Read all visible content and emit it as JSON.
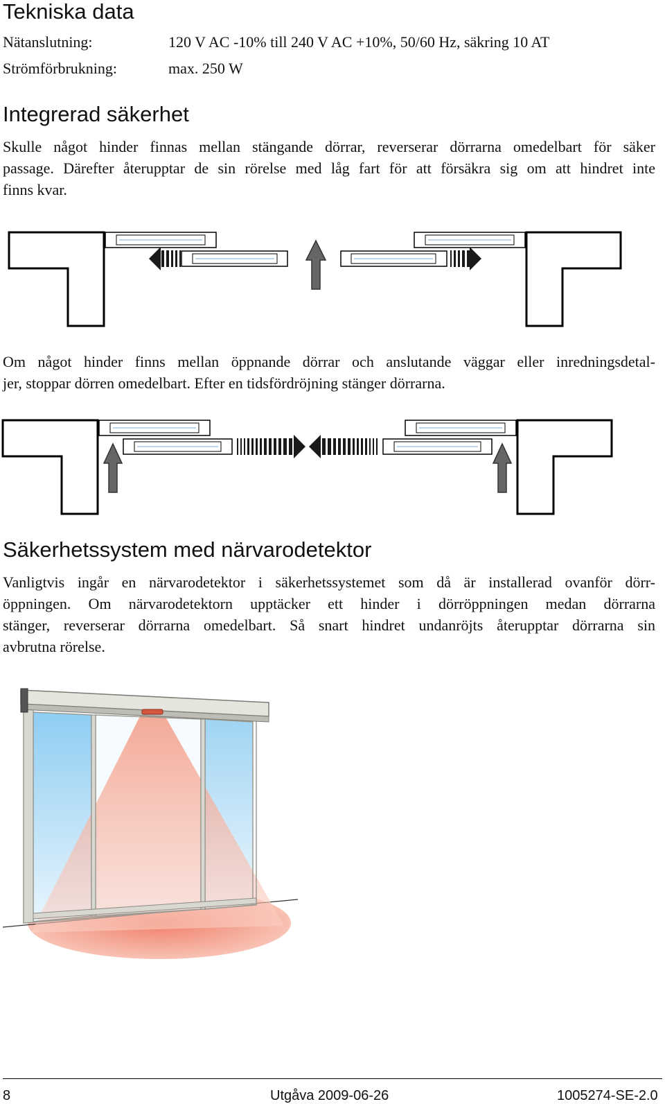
{
  "sections": {
    "tech": {
      "heading": "Tekniska data",
      "rows": [
        {
          "label": "Nätanslutning:",
          "value": "120 V AC -10% till 240 V AC +10%, 50/60 Hz, säkring 10 AT"
        },
        {
          "label": "Strömförbrukning:",
          "value": "max. 250 W"
        }
      ]
    },
    "integrated": {
      "heading": "Integrerad säkerhet",
      "para1_lines": [
        "Skulle något hinder finnas mellan stängande dörrar, reverserar dörrarna omedelbart för säker",
        "passage. Därefter återupptar de sin rörelse med låg fart för att försäkra sig om att hindret inte",
        "finns kvar."
      ],
      "para2_lines": [
        "Om något hinder finns mellan öppnande dörrar och anslutande väggar eller inredningsdetal-",
        "jer, stoppar dörren omedelbart. Efter en tidsfördröjning stänger dörrarna."
      ]
    },
    "presence": {
      "heading": "Säkerhetssystem med närvarodetektor",
      "para_lines": [
        "Vanligtvis ingår en närvarodetektor i säkerhetssystemet som då är installerad ovanför dörr-",
        "öppningen. Om närvarodetektorn upptäcker ett hinder i dörröppningen medan dörrarna",
        "stänger, reverserar dörrarna omedelbart. Så snart hindret undanröjts återupptar dörrarna sin",
        "avbrutna rörelse."
      ]
    }
  },
  "footer": {
    "page_number": "8",
    "edition": "Utgåva 2009-06-26",
    "doc_number": "1005274-SE-2.0"
  },
  "colors": {
    "arrow": "#555555",
    "glass": "#a8d8f5",
    "detector_beam": "#f3a08a",
    "frame": "#cfcfc8"
  }
}
